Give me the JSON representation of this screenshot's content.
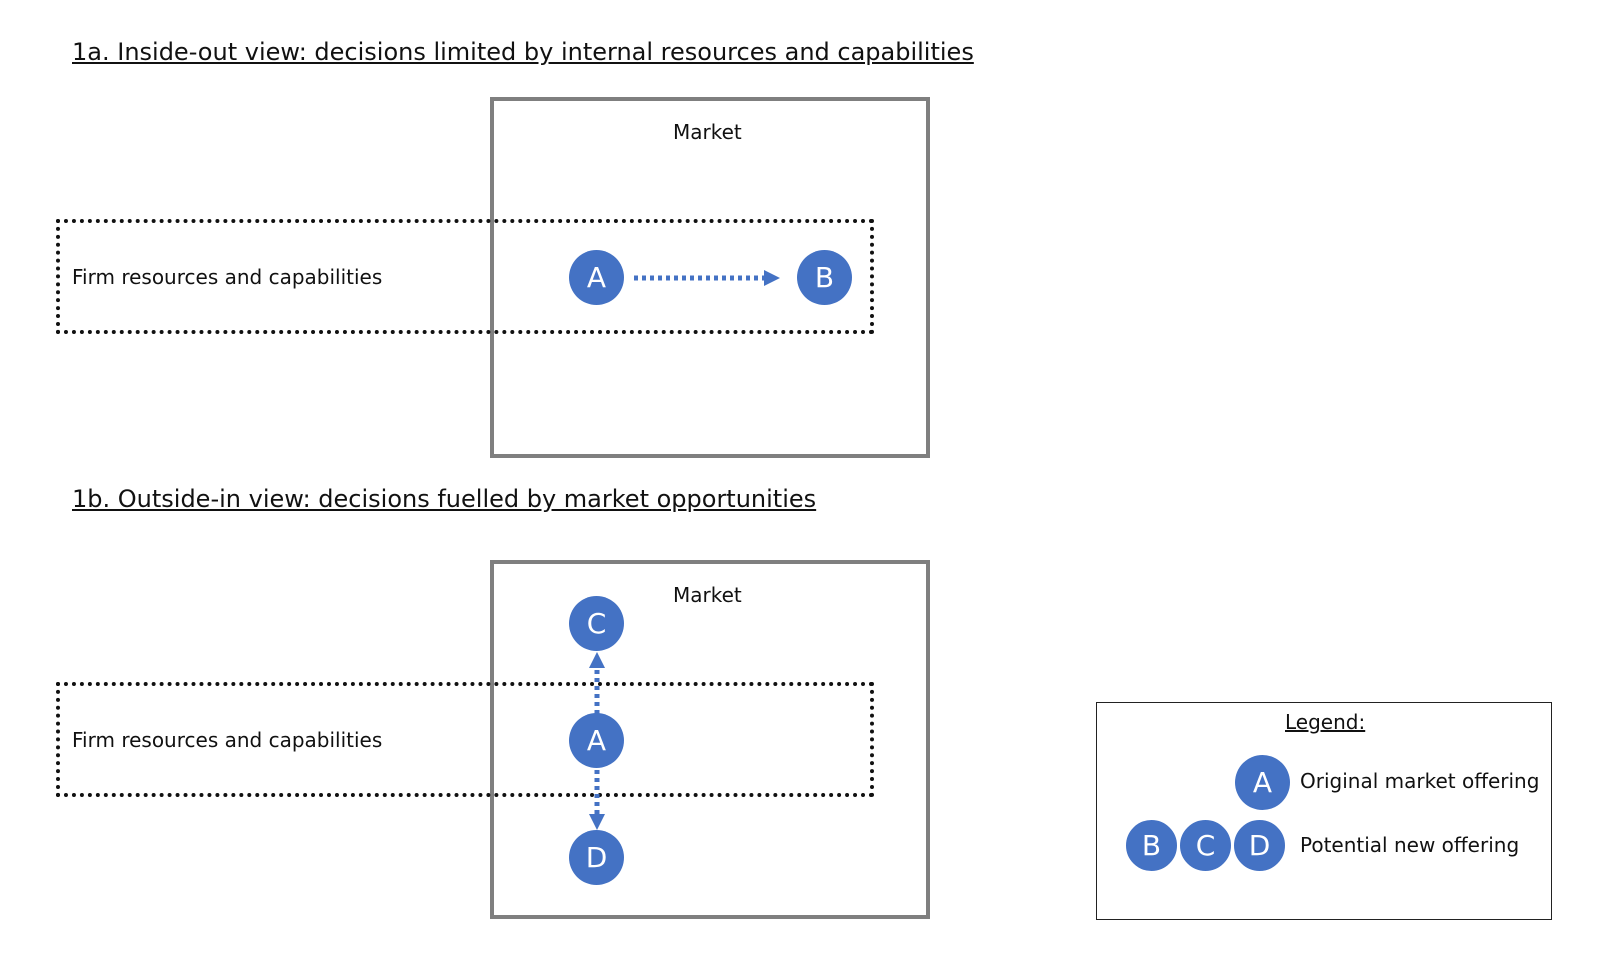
{
  "colors": {
    "node_fill": "#4472c4",
    "market_border": "#7f7f7f",
    "firm_border": "#111111"
  },
  "panel_1a": {
    "title": "1a. Inside-out view: decisions limited by internal resources and capabilities",
    "market_label": "Market",
    "firm_label": "Firm resources and capabilities",
    "nodes": {
      "a": "A",
      "b": "B"
    }
  },
  "panel_1b": {
    "title": "1b. Outside-in view: decisions fuelled by market opportunities",
    "market_label": "Market",
    "firm_label": "Firm resources and capabilities",
    "nodes": {
      "c": "C",
      "a": "A",
      "d": "D"
    }
  },
  "legend": {
    "title": "Legend:",
    "original_node": "A",
    "original_label": "Original market offering",
    "potential_nodes": [
      "B",
      "C",
      "D"
    ],
    "potential_label": "Potential new offering"
  }
}
